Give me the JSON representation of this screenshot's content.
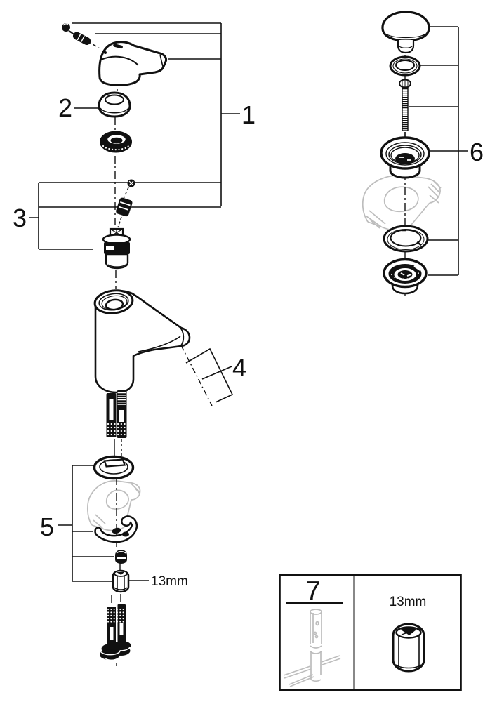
{
  "diagram": {
    "callouts": {
      "c1": "1",
      "c2": "2",
      "c3": "3",
      "c4": "4",
      "c5": "5",
      "c6": "6",
      "c7": "7"
    },
    "annotations": {
      "hex_nut_size": "13mm",
      "inset_tool_size": "13mm"
    },
    "colors": {
      "line": "#111111",
      "sketch_grey": "#bdbdbd",
      "background": "#ffffff"
    }
  }
}
